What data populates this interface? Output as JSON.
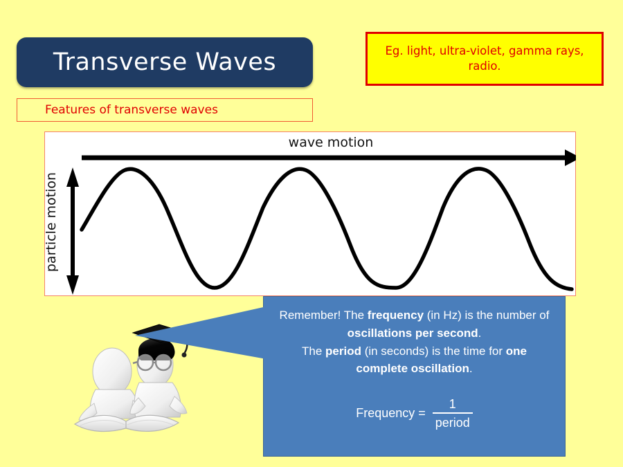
{
  "slide": {
    "background_color": "#FFFF99",
    "title": "Transverse Waves",
    "subtitle": "Features of transverse waves",
    "examples": "Eg. light, ultra-violet, gamma rays, radio."
  },
  "colors": {
    "title_box": "#1F3B63",
    "title_text": "#FFFFFF",
    "red_text": "#E00000",
    "examples_fill": "#FFFF00",
    "examples_border": "#E00000",
    "features_border": "#F05A32",
    "diagram_border": "#F4836A",
    "diagram_fill": "#FFFFFF",
    "callout_fill": "#4A7EBB",
    "callout_border": "#3A6595",
    "callout_text": "#FFFFFF",
    "wave_stroke": "#000000"
  },
  "diagram": {
    "horizontal_axis_label": "wave motion",
    "vertical_axis_label": "particle motion",
    "wave_cycles": 3
  },
  "callout": {
    "line1_a": "Remember!  The ",
    "line1_b": "frequency",
    "line1_c": " (in Hz) is the number of ",
    "line1_d": "oscillations per second",
    "line1_e": ".",
    "line2_a": "The ",
    "line2_b": "period",
    "line2_c": " (in seconds) is the time for ",
    "line2_d": "one complete oscillation",
    "line2_e": ".",
    "formula_label": "Frequency  =",
    "formula_numerator": "1",
    "formula_denominator": "period"
  },
  "icons": {
    "graduate_character": "graduate-character-icon",
    "book": "open-book-icon",
    "graduation_cap": "graduation-cap-icon",
    "glasses": "glasses-icon",
    "wave_motion_arrow": "right-arrow-icon",
    "particle_motion_arrow": "up-down-arrow-icon"
  },
  "chart_data": {
    "type": "line",
    "title": "Transverse wave diagram",
    "xlabel": "wave motion",
    "ylabel": "particle motion",
    "description": "Sinusoidal transverse wave showing three crests and three troughs travelling left to right.",
    "amplitude": 1,
    "cycles": 3,
    "x": [
      0,
      0.08,
      0.17,
      0.25,
      0.33,
      0.42,
      0.5,
      0.58,
      0.67,
      0.75,
      0.83,
      0.92,
      1.0
    ],
    "y": [
      -0.35,
      0.5,
      1.0,
      0.5,
      -0.5,
      -1.0,
      -0.5,
      0.5,
      1.0,
      0.5,
      -0.5,
      -1.0,
      -0.85
    ],
    "grid": false,
    "legend": "none"
  }
}
